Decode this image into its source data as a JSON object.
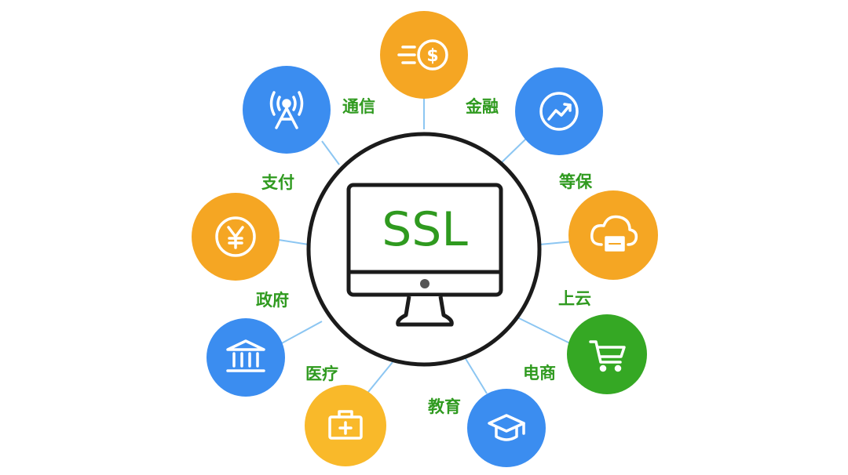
{
  "center": {
    "text": "SSL",
    "text_color": "#2f9a1f"
  },
  "label_color": "#2f9a1f",
  "colors": {
    "orange": "#f5a623",
    "blue": "#3b8df0",
    "green": "#35a824",
    "line": "#8cc6f2"
  },
  "nodes": [
    {
      "id": "finance-top",
      "label": "",
      "icon": "dollar-coin-icon",
      "color": "orange"
    },
    {
      "id": "finance",
      "label": "金融",
      "icon": "trend-chart-icon",
      "color": "blue"
    },
    {
      "id": "classified-protection",
      "label": "等保",
      "icon": "cloud-server-icon",
      "color": "orange"
    },
    {
      "id": "cloud",
      "label": "上云",
      "icon": "",
      "color": ""
    },
    {
      "id": "ecommerce",
      "label": "电商",
      "icon": "shopping-cart-icon",
      "color": "green"
    },
    {
      "id": "education",
      "label": "教育",
      "icon": "graduation-cap-icon",
      "color": "blue"
    },
    {
      "id": "medical",
      "label": "医疗",
      "icon": "medical-kit-icon",
      "color": "orange"
    },
    {
      "id": "government",
      "label": "政府",
      "icon": "government-building-icon",
      "color": "blue"
    },
    {
      "id": "payment",
      "label": "支付",
      "icon": "yen-coin-icon",
      "color": "orange"
    },
    {
      "id": "telecom",
      "label": "通信",
      "icon": "signal-tower-icon",
      "color": "blue"
    }
  ]
}
